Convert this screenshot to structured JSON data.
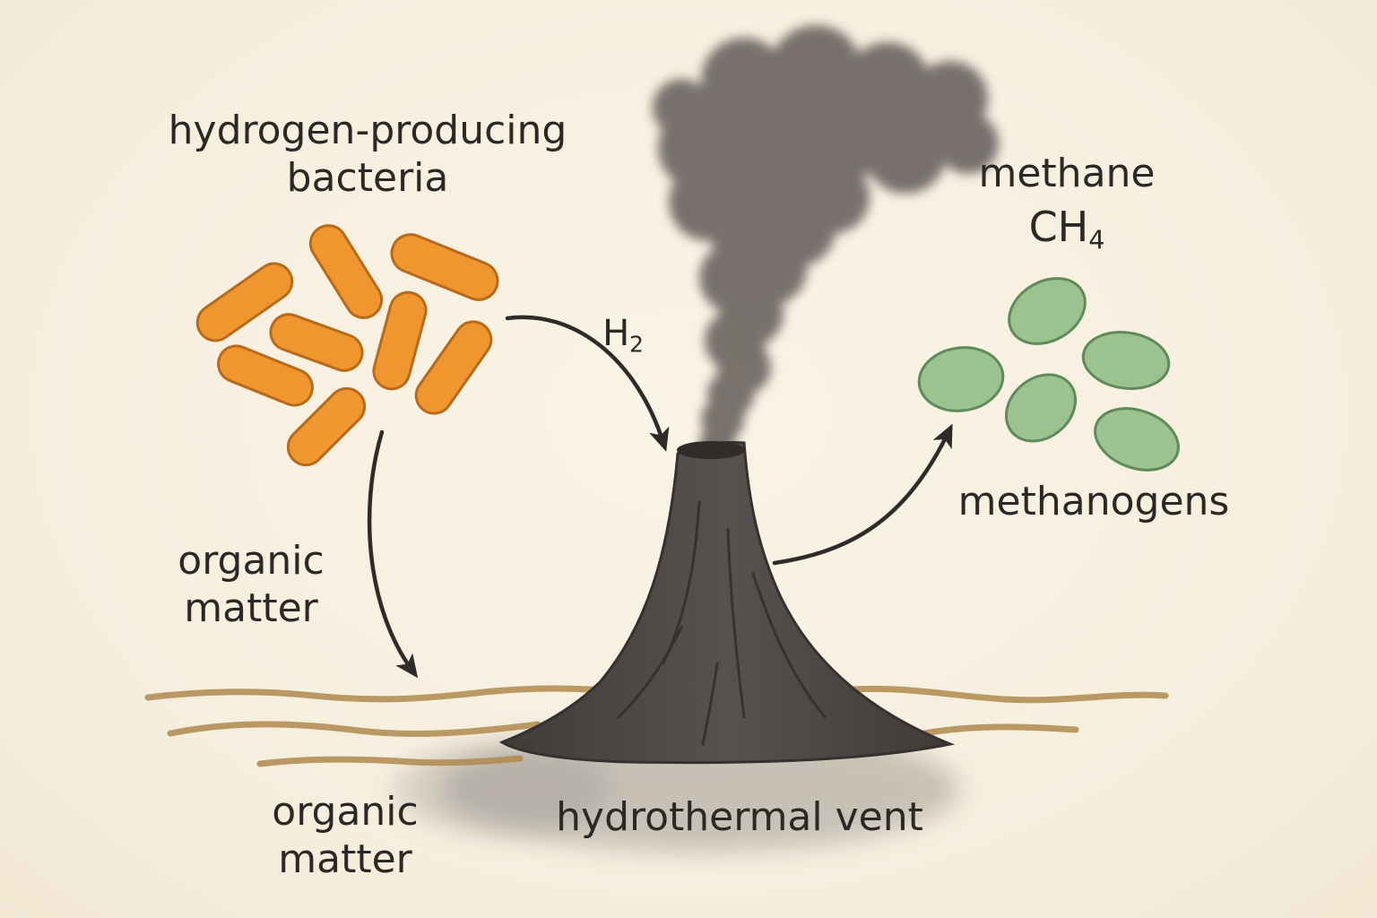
{
  "labels": {
    "hydrogen_bacteria": [
      "hydrogen-producing",
      "bacteria"
    ],
    "methane": "methane",
    "ch4": {
      "base": "CH",
      "sub": "4"
    },
    "h2": {
      "base": "H",
      "sub": "2"
    },
    "methanogens": "methanogens",
    "organic_matter_arrow": [
      "organic",
      "matter"
    ],
    "organic_matter_bottom": [
      "organic",
      "matter"
    ],
    "hydrothermal_vent": "hydrothermal vent"
  },
  "colors": {
    "background": "#f8f1e2",
    "bacteria_fill": "#f0962e",
    "bacteria_outline": "#b86a1c",
    "methanogen_fill": "#9cc28f",
    "methanogen_outline": "#5f8a5a",
    "vent": "#4a4643",
    "smoke": "#6a6461",
    "sediment": "#b08a4e",
    "arrow": "#2e2b29",
    "text": "#2b2825"
  }
}
